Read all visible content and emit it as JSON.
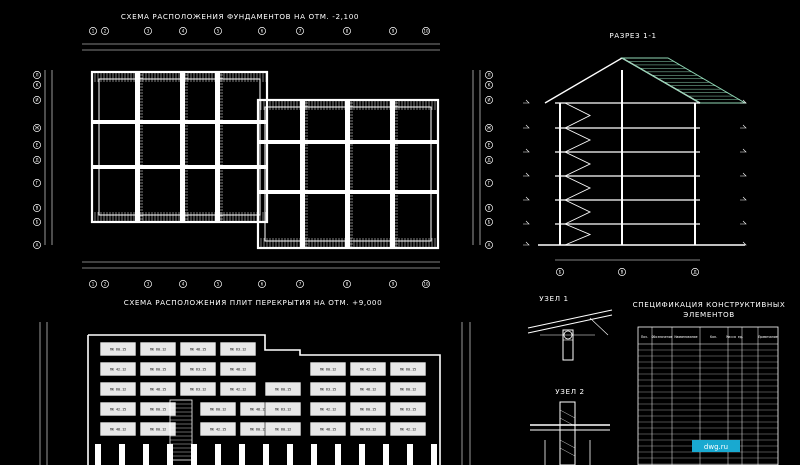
{
  "titles": {
    "foundation_plan": "СХЕМА РАСПОЛОЖЕНИЯ ФУНДАМЕНТОВ НА ОТМ. -2,100",
    "section": "РАЗРЕЗ 1-1",
    "slab_plan": "СХЕМА РАСПОЛОЖЕНИЯ ПЛИТ ПЕРЕКРЫТИЯ НА ОТМ. +9,000",
    "node1": "УЗЕЛ 1",
    "node2": "УЗЕЛ 2",
    "spec_line1": "СПЕЦИФИКАЦИЯ КОНСТРУКТИВНЫХ",
    "spec_line2": "ЭЛЕМЕНТОВ"
  },
  "axes": {
    "foundation_top": [
      "1",
      "2",
      "3",
      "4",
      "5",
      "6",
      "7",
      "8",
      "9",
      "10"
    ],
    "foundation_bottom": [
      "1",
      "2",
      "3",
      "4",
      "5",
      "6",
      "7",
      "8",
      "9",
      "10"
    ],
    "foundation_left": [
      "Л",
      "К",
      "И",
      "Ж",
      "Е",
      "Д",
      "Г",
      "В",
      "Б",
      "А"
    ],
    "foundation_right": [
      "Л",
      "К",
      "И",
      "Ж",
      "Е",
      "Д",
      "Г",
      "В",
      "Б",
      "А"
    ],
    "section_bottom": [
      "Б",
      "В",
      "Д"
    ]
  },
  "slab_labels": [
    "ПК 60.15",
    "ПК 60.12",
    "ПК 48.15",
    "ПК 63.12",
    "ПК 42.12",
    "ПК 60.15",
    "ПК 63.15",
    "ПК 48.12",
    "ПК 60.12",
    "ПК 42.15"
  ],
  "spec_table": {
    "headers": [
      "Поз.",
      "Обозначение",
      "Наименование",
      "Кол.",
      "Масса ед.",
      "Примечание"
    ]
  },
  "colors": {
    "background": "#000000",
    "lines": "#ffffff",
    "roof_hatch": "#8fd6b4",
    "slab_fill": "#e8e8e8",
    "watermark": "#19a9d0"
  },
  "watermark": "dwg.ru"
}
